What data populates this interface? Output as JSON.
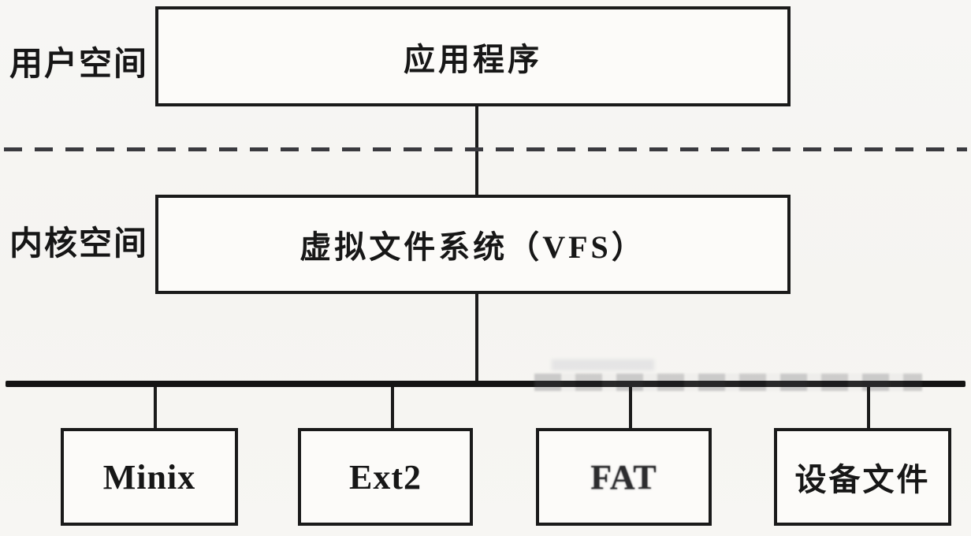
{
  "diagram": {
    "title_semantic": "Linux VFS architecture diagram",
    "colors": {
      "background": "#f6f5f2",
      "line": "#1a1a1a",
      "dash": "#3a3a3f",
      "box_fill": "#fcfbf9",
      "text": "#171717"
    },
    "labels": {
      "user_space": "用户空间",
      "kernel_space": "内核空间"
    },
    "nodes": {
      "application": "应用程序",
      "vfs": "虚拟文件系统（VFS）",
      "fs": [
        {
          "label": "Minix"
        },
        {
          "label": "Ext2"
        },
        {
          "label": "FAT"
        },
        {
          "label": "设备文件"
        }
      ]
    }
  }
}
